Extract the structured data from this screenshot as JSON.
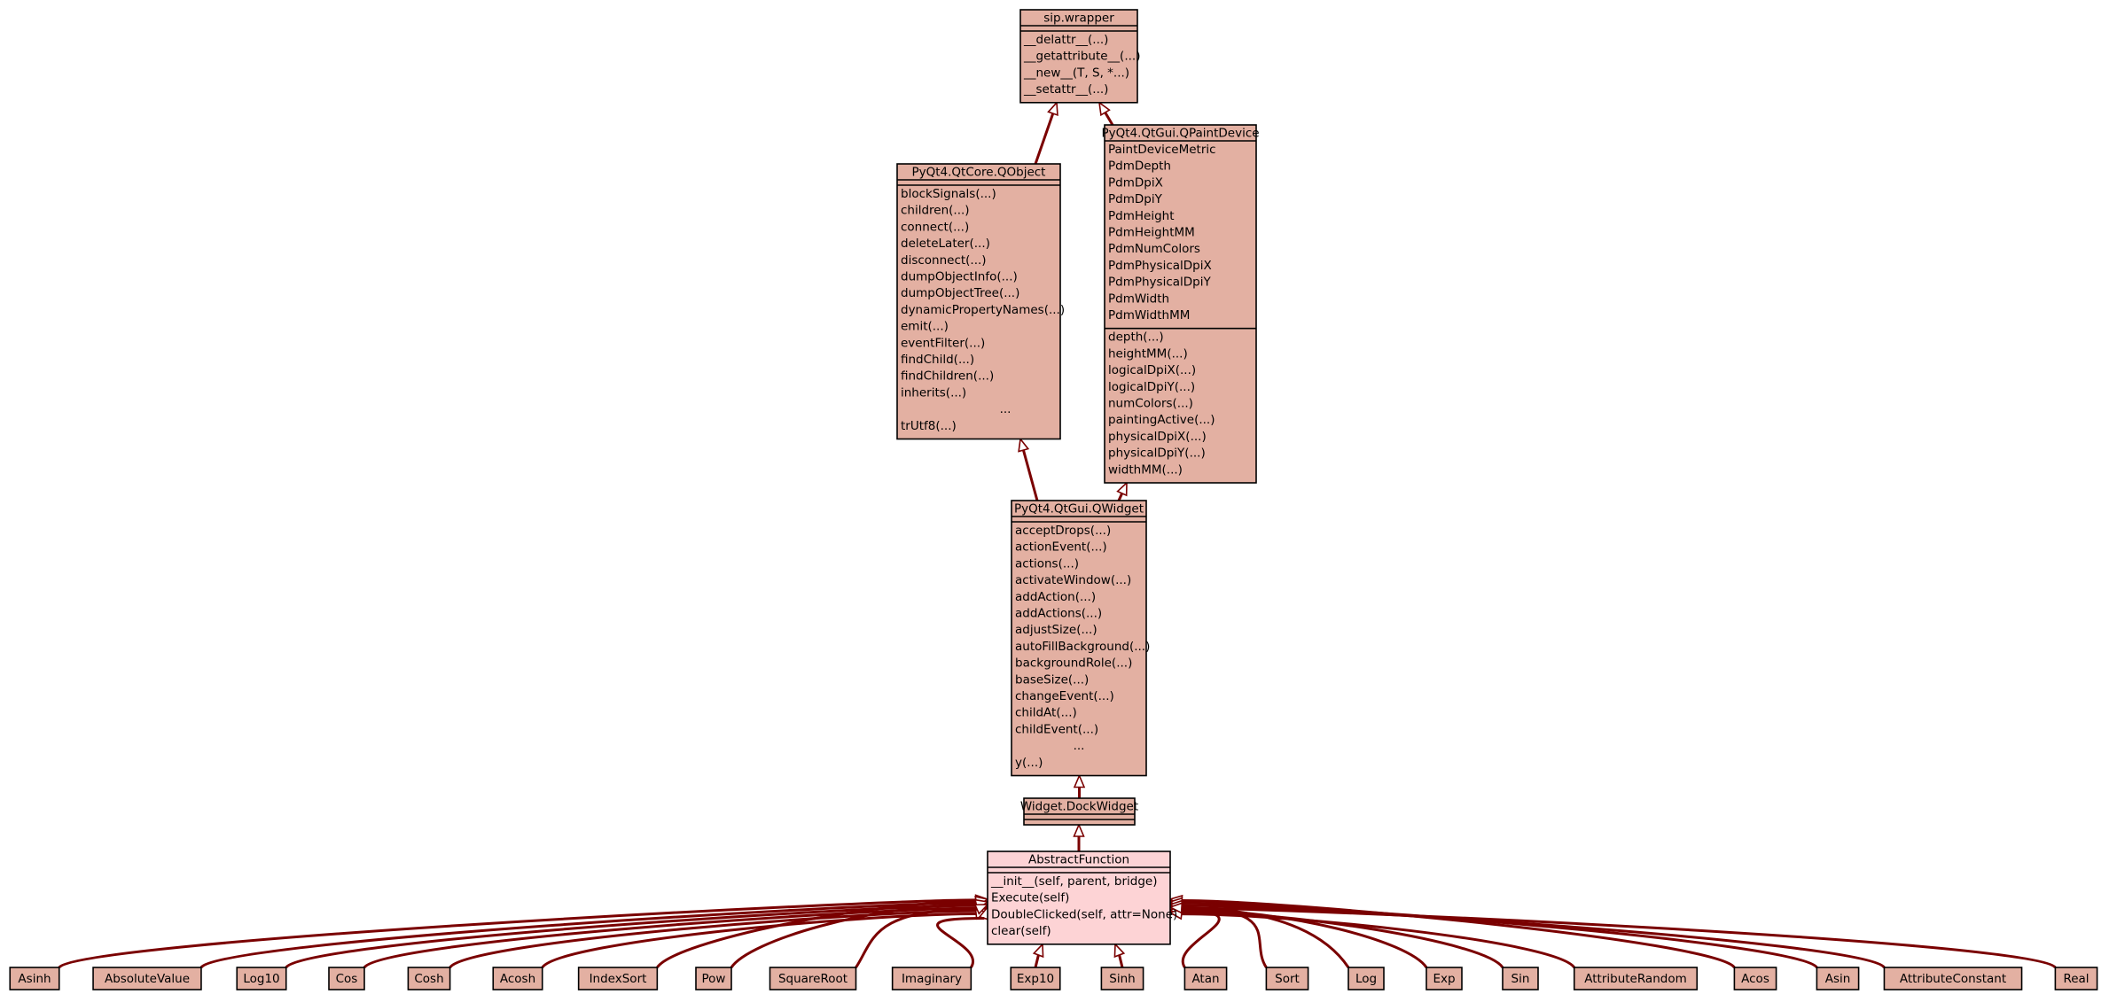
{
  "classes": {
    "sip_wrapper": {
      "name": "sip.wrapper",
      "attributes": [],
      "methods": [
        "__delattr__(...)",
        "__getattribute__(...)",
        "__new__(T, S, *...)",
        "__setattr__(...)"
      ]
    },
    "qobject": {
      "name": "PyQt4.QtCore.QObject",
      "attributes": [],
      "methods": [
        "blockSignals(...)",
        "children(...)",
        "connect(...)",
        "deleteLater(...)",
        "disconnect(...)",
        "dumpObjectInfo(...)",
        "dumpObjectTree(...)",
        "dynamicPropertyNames(...)",
        "emit(...)",
        "eventFilter(...)",
        "findChild(...)",
        "findChildren(...)",
        "inherits(...)",
        "...",
        "trUtf8(...)"
      ]
    },
    "qpaintdevice": {
      "name": "PyQt4.QtGui.QPaintDevice",
      "attributes": [
        "PaintDeviceMetric",
        "PdmDepth",
        "PdmDpiX",
        "PdmDpiY",
        "PdmHeight",
        "PdmHeightMM",
        "PdmNumColors",
        "PdmPhysicalDpiX",
        "PdmPhysicalDpiY",
        "PdmWidth",
        "PdmWidthMM"
      ],
      "methods": [
        "depth(...)",
        "heightMM(...)",
        "logicalDpiX(...)",
        "logicalDpiY(...)",
        "numColors(...)",
        "paintingActive(...)",
        "physicalDpiX(...)",
        "physicalDpiY(...)",
        "widthMM(...)"
      ]
    },
    "qwidget": {
      "name": "PyQt4.QtGui.QWidget",
      "attributes": [],
      "methods": [
        "acceptDrops(...)",
        "actionEvent(...)",
        "actions(...)",
        "activateWindow(...)",
        "addAction(...)",
        "addActions(...)",
        "adjustSize(...)",
        "autoFillBackground(...)",
        "backgroundRole(...)",
        "baseSize(...)",
        "changeEvent(...)",
        "childAt(...)",
        "childEvent(...)",
        "...",
        "y(...)"
      ]
    },
    "dockwidget": {
      "name": "Widget.DockWidget",
      "attributes": [],
      "methods": []
    },
    "abstractfunction": {
      "name": "AbstractFunction",
      "attributes": [],
      "methods": [
        "__init__(self, parent, bridge)",
        "Execute(self)",
        "DoubleClicked(self, attr=None)",
        "clear(self)"
      ]
    }
  },
  "subclasses": [
    "Asinh",
    "AbsoluteValue",
    "Log10",
    "Cos",
    "Cosh",
    "Acosh",
    "IndexSort",
    "Pow",
    "SquareRoot",
    "Imaginary",
    "Exp10",
    "Sinh",
    "Atan",
    "Sort",
    "Log",
    "Exp",
    "Sin",
    "AttributeRandom",
    "Acos",
    "Asin",
    "AttributeConstant",
    "Real"
  ],
  "colors": {
    "box": "#e3b0a2",
    "highlight_box": "#fdd3d5",
    "edge": "#7a0000"
  }
}
